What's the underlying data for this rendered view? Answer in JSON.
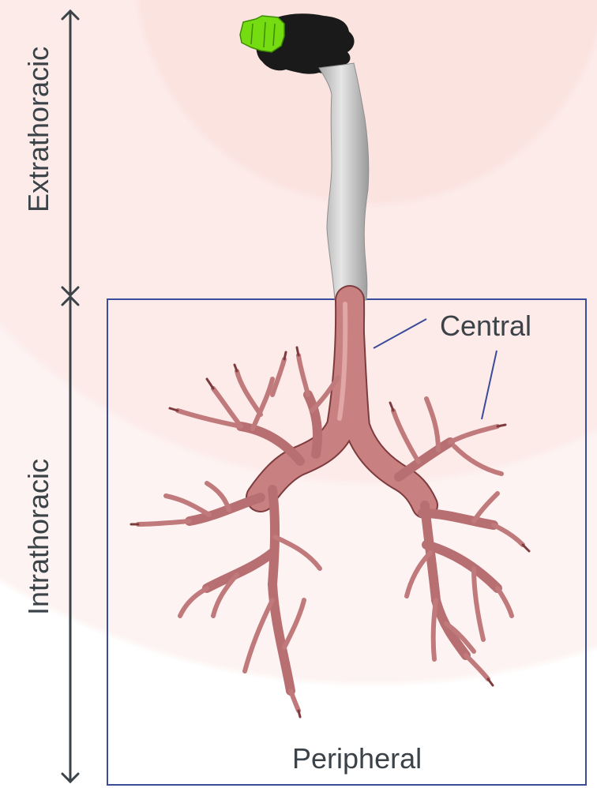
{
  "labels": {
    "extrathoracic": "Extrathoracic",
    "intrathoracic": "Intrathoracic",
    "central": "Central",
    "peripheral": "Peripheral"
  },
  "colors": {
    "background_band": "#fbe3e0",
    "box": "#3b4c9b",
    "pointer": "#3b4c9b",
    "axis": "#3b4248",
    "mask": "#76dc12",
    "upper_airway": "#1a1a1a",
    "trachea_upper": "#d6d6d6",
    "bronchial_tree": "#c98080",
    "bronchial_tree_outline": "#7e3b3e"
  },
  "icons": {
    "mask": "inhaler-mask-icon",
    "arrows": "double-arrow-icon"
  }
}
